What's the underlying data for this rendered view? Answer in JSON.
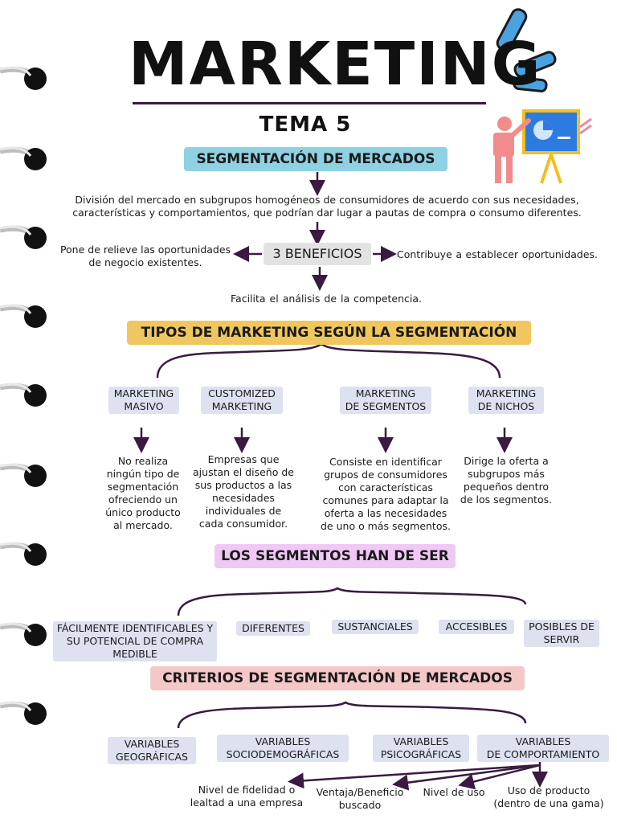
{
  "title": "MARKETING",
  "subtitle": "TEMA 5",
  "segmentacion": {
    "header": "SEGMENTACIÓN DE MERCADOS",
    "definition": "División del mercado en subgrupos homogéneos de consumidores de acuerdo con sus necesidades, características y comportamientos, que podrían dar lugar a pautas de compra o consumo diferentes."
  },
  "beneficios": {
    "label": "3 BENEFICIOS",
    "left": "Pone de relieve las oportunidades de negocio existentes.",
    "right": "Contribuye a establecer oportunidades.",
    "bottom": "Facilita el análisis de la competencia."
  },
  "tipos": {
    "header": "TIPOS DE MARKETING SEGÚN LA SEGMENTACIÓN",
    "items": [
      {
        "label_line1": "MARKETING",
        "label_line2": "MASIVO",
        "desc": "No realiza ningún tipo de segmentación ofreciendo un único producto al mercado."
      },
      {
        "label_line1": "CUSTOMIZED",
        "label_line2": "MARKETING",
        "desc": "Empresas que ajustan el diseño de sus productos a las necesidades individuales de cada consumidor."
      },
      {
        "label_line1": "MARKETING",
        "label_line2": "DE SEGMENTOS",
        "desc": "Consiste en identificar grupos de consumidores con características comunes para adaptar la oferta a las necesidades de uno o más segmentos."
      },
      {
        "label_line1": "MARKETING",
        "label_line2": "DE NICHOS",
        "desc": "Dirige la oferta a subgrupos más pequeños dentro de los segmentos."
      }
    ]
  },
  "segmentos": {
    "header": "LOS SEGMENTOS HAN DE SER",
    "items": [
      "FÁCILMENTE IDENTIFICABLES Y SU POTENCIAL DE COMPRA MEDIBLE",
      "DIFERENTES",
      "SUSTANCIALES",
      "ACCESIBLES",
      "POSIBLES DE SERVIR"
    ]
  },
  "criterios": {
    "header": "CRITERIOS DE SEGMENTACIÓN DE MERCADOS",
    "items": [
      {
        "line1": "VARIABLES",
        "line2": "GEOGRÁFICAS"
      },
      {
        "line1": "VARIABLES",
        "line2": "SOCIODEMOGRÁFICAS"
      },
      {
        "line1": "VARIABLES",
        "line2": "PSICOGRÁFICAS"
      },
      {
        "line1": "VARIABLES",
        "line2": "DE COMPORTAMIENTO"
      }
    ],
    "comportamiento": [
      "Nivel de fidelidad o lealtad a una empresa",
      "Ventaja/Beneficio buscado",
      "Nivel de uso",
      "Uso de producto (dentro de una gama)"
    ]
  },
  "colors": {
    "accent_blue": "#8ed1e2",
    "accent_yellow": "#f0c75e",
    "accent_pink": "#f0c8f5",
    "accent_rose": "#f5c8c8",
    "arrow": "#3a1a40",
    "chip": "#dde1f0"
  },
  "icons": [
    "spiral-binding-ring",
    "presenter-board-icon",
    "exclamation-strokes-icon"
  ]
}
